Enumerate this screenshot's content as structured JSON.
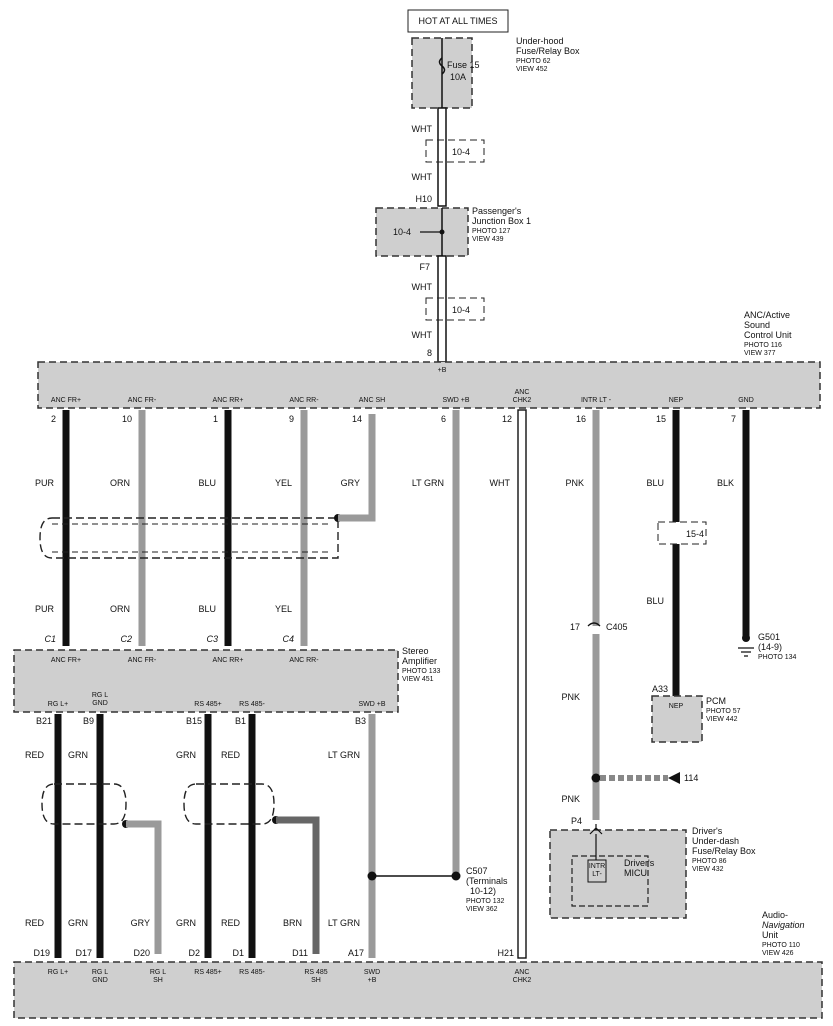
{
  "hot_label": "HOT AT ALL TIMES",
  "colors": {
    "black": "#111111",
    "gray": "#9a9a9a",
    "box": "#cfcfcf",
    "white": "#ffffff"
  },
  "underhood": {
    "name1": "Under-hood",
    "name2": "Fuse/Relay Box",
    "photo": "PHOTO 62",
    "view": "VIEW 452",
    "fuse": "Fuse 15",
    "amp": "10A"
  },
  "top_wires": {
    "w1": "WHT",
    "w2": "WHT",
    "splice1": "10-4",
    "pin_h10": "H10",
    "w3": "WHT",
    "w4": "WHT",
    "splice2": "10-4",
    "pin_f7": "F7",
    "pin_8": "8"
  },
  "passenger_box": {
    "name1": "Passenger's",
    "name2": "Junction Box 1",
    "photo": "PHOTO 127",
    "view": "VIEW 439",
    "circuit": "10-4"
  },
  "anc_unit": {
    "name1": "ANC/Active",
    "name2": "Sound",
    "name3": "Control Unit",
    "photo": "PHOTO 116",
    "view": "VIEW 377",
    "power": "+B",
    "terminals": [
      "ANC FR+",
      "ANC FR-",
      "ANC RR+",
      "ANC RR-",
      "ANC SH",
      "SWD +B",
      "ANC\nCHK2",
      "INTR LT -",
      "NEP",
      "GND"
    ],
    "terminal_anc_chk2_line1": "ANC",
    "terminal_anc_chk2_line2": "CHK2",
    "pins": [
      "2",
      "10",
      "1",
      "9",
      "14",
      "6",
      "12",
      "16",
      "15",
      "7"
    ]
  },
  "wire_colors_upper": [
    "PUR",
    "ORN",
    "BLU",
    "YEL",
    "GRY",
    "LT GRN",
    "WHT",
    "PNK",
    "BLU",
    "BLK"
  ],
  "wire_colors_mid": [
    "PUR",
    "ORN",
    "BLU",
    "YEL"
  ],
  "c_pins": [
    "C1",
    "C2",
    "C3",
    "C4"
  ],
  "splice_15_4": "15-4",
  "blu_lower": "BLU",
  "c405": {
    "pin": "17",
    "name": "C405"
  },
  "pnk_mid": "PNK",
  "g501": {
    "name": "G501",
    "sub": "(14-9)",
    "photo": "PHOTO 134"
  },
  "pcm": {
    "pin": "A33",
    "label": "NEP",
    "name": "PCM",
    "photo": "PHOTO 57",
    "view": "VIEW 442"
  },
  "amp": {
    "name1": "Stereo",
    "name2": "Amplifier",
    "photo": "PHOTO 133",
    "view": "VIEW 451",
    "top_terms": [
      "ANC FR+",
      "ANC FR-",
      "ANC RR+",
      "ANC RR-"
    ],
    "bot_terms": [
      "RG L+",
      "RG L\nGND",
      "RS 485+",
      "RS 485-",
      "SWD +B"
    ],
    "bot_term_rgl_line1": "RG L",
    "bot_term_rgl_line2": "GND",
    "bot_pins": [
      "B21",
      "B9",
      "B15",
      "B1",
      "B3"
    ]
  },
  "lower_colors_top": [
    "RED",
    "GRN",
    "GRN",
    "RED",
    "LT GRN"
  ],
  "lower_colors_bot": [
    "RED",
    "GRN",
    "GRY",
    "GRN",
    "RED",
    "BRN",
    "LT GRN"
  ],
  "c507": {
    "name": "C507",
    "l2": "(Terminals",
    "l3": "10-12)",
    "photo": "PHOTO 132",
    "view": "VIEW 362"
  },
  "pnk_lower": "PNK",
  "ref_114": "114",
  "p4": "P4",
  "driver_box": {
    "name1": "Driver's",
    "name2": "Under-dash",
    "name3": "Fuse/Relay Box",
    "photo": "PHOTO 86",
    "view": "VIEW 432",
    "intr1": "INTR",
    "intr2": "LT-",
    "micu1": "Driver's",
    "micu2": "MICU"
  },
  "nav": {
    "name1": "Audio-",
    "name2": "Navigation",
    "name3": "Unit",
    "photo": "PHOTO 110",
    "view": "VIEW 426",
    "pins": [
      "D19",
      "D17",
      "D20",
      "D2",
      "D1",
      "D11",
      "A17",
      "H21"
    ],
    "terms": [
      [
        "RG L+"
      ],
      [
        "RG L",
        "GND"
      ],
      [
        "RG L",
        "SH"
      ],
      [
        "RS 485+"
      ],
      [
        "RS 485-"
      ],
      [
        "RS 485",
        "SH"
      ],
      [
        "SWD",
        "+B"
      ],
      [
        "ANC",
        "CHK2"
      ]
    ]
  }
}
